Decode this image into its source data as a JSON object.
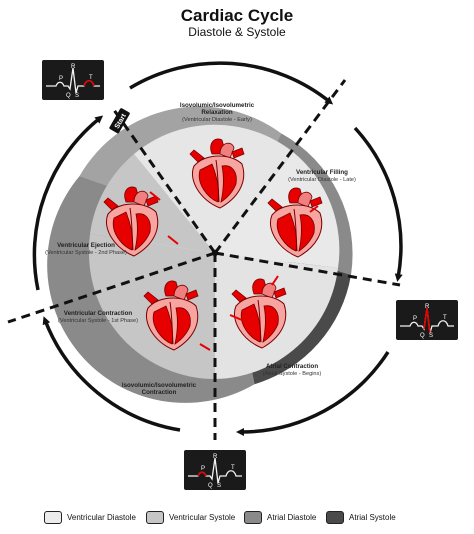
{
  "title": "Cardiac Cycle",
  "subtitle": "Diastole & Systole",
  "start_label": "Start",
  "phases": [
    {
      "title": "Isovolumic/Isovolumetric",
      "title2": "Relaxation",
      "sub": "(Ventricular Diastole - Early)"
    },
    {
      "title": "Ventricular Filling",
      "sub": "(Ventricular Diastole - Late)"
    },
    {
      "title": "Atrial Contraction",
      "sub": "(Atrial Systole - Begins)"
    },
    {
      "title": "Isovolumic/Isovolumetric",
      "title2": "Contraction"
    },
    {
      "title": "Ventricular Contraction",
      "sub": "(Ventricular Systole - 1st Phase)"
    },
    {
      "title": "Ventricular Ejection",
      "sub": "(Ventricular Systole - 2nd Phase)"
    }
  ],
  "ecg_labels": {
    "p": "P",
    "q": "Q",
    "r": "R",
    "s": "S",
    "t": "T"
  },
  "legend": [
    {
      "label": "Ventricular Diastole",
      "color": "#ececec"
    },
    {
      "label": "Ventricular Systole",
      "color": "#c6c6c6"
    },
    {
      "label": "Atrial Diastole",
      "color": "#8a8a8a"
    },
    {
      "label": "Atrial Systole",
      "color": "#4a4a4a"
    }
  ],
  "colors": {
    "heart_red": "#e60000",
    "heart_pink": "#f6a5a0",
    "dark_red": "#9a0000"
  }
}
